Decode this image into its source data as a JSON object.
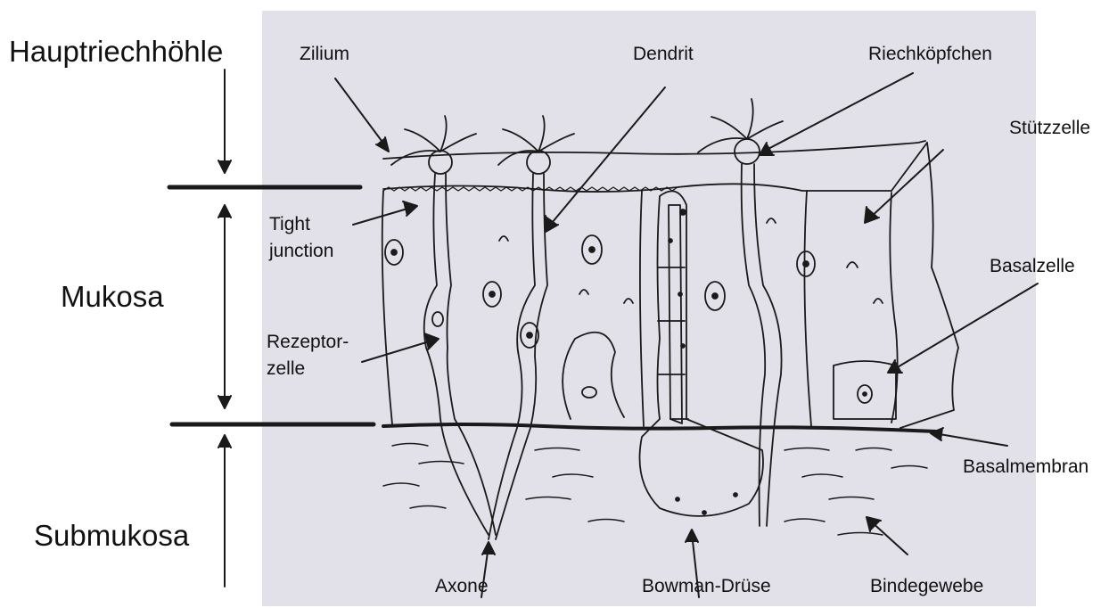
{
  "layers": {
    "hauptriechhoehle": "Hauptriechhöhle",
    "mukosa": "Mukosa",
    "submukosa": "Submukosa"
  },
  "labels": {
    "zilium": "Zilium",
    "dendrit": "Dendrit",
    "riechkoepfchen": "Riechköpfchen",
    "stuetzzelle": "Stützzelle",
    "tight_junction_1": "Tight",
    "tight_junction_2": "junction",
    "basalzelle": "Basalzelle",
    "rezeptorzelle_1": "Rezeptor-",
    "rezeptorzelle_2": "zelle",
    "basalmembran": "Basalmembran",
    "axone": "Axone",
    "bowman_druese": "Bowman-Drüse",
    "bindegewebe": "Bindegewebe"
  },
  "colors": {
    "panel": "#e2e0e8",
    "ink": "#1a1a1a",
    "background": "#ffffff"
  }
}
